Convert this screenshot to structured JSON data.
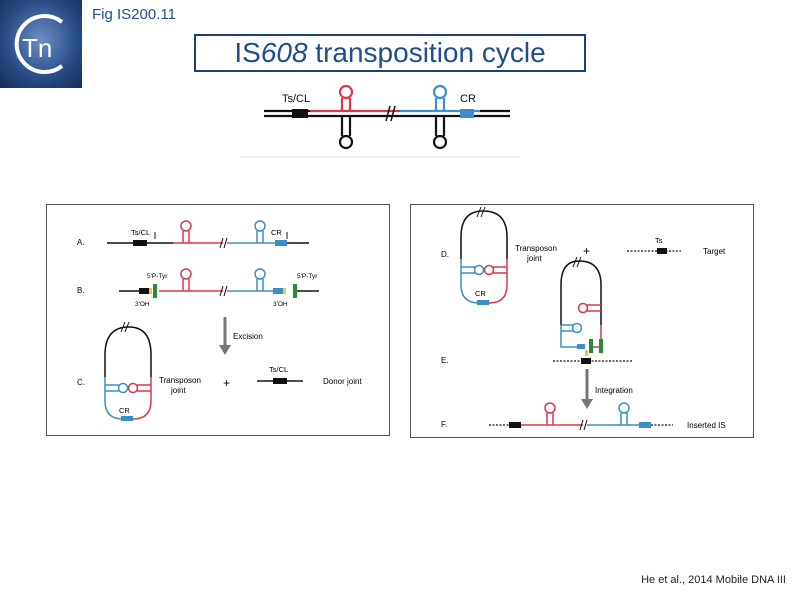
{
  "fig_label": "Fig IS200.11",
  "logo_text": "Tn",
  "title": {
    "prefix": "IS",
    "italic": "608",
    "suffix": " transposition cycle"
  },
  "top": {
    "left_label": "Ts/CL",
    "right_label": "CR"
  },
  "panel_left": {
    "labels": {
      "a": "A.",
      "b": "B.",
      "c": "C."
    },
    "a_left": "Ts/CL",
    "a_right": "CR",
    "b_5p_left": "5'P-Tyr",
    "b_3oh_left": "3'OH",
    "b_5p_right": "5'P-Tyr",
    "b_3oh_right": "3'OH",
    "excision": "Excision",
    "transposon": "Transposon",
    "joint": "joint",
    "c_cr": "CR",
    "plus": "+",
    "donor_label": "Ts/CL",
    "donor_joint": "Donor joint"
  },
  "panel_right": {
    "labels": {
      "d": "D.",
      "e": "E.",
      "f": "F."
    },
    "transposon": "Transposon",
    "joint": "joint",
    "d_cr": "CR",
    "plus": "+",
    "target_ts": "Ts",
    "target": "Target",
    "integration": "Integration",
    "inserted": "Inserted IS"
  },
  "citation": "He et al., 2014 Mobile DNA III",
  "colors": {
    "red": "#d8384a",
    "blue": "#3a8fc8",
    "black": "#111111",
    "green": "#2a8a3c",
    "yellow": "#e8c93a",
    "title": "#1f4e8c"
  }
}
